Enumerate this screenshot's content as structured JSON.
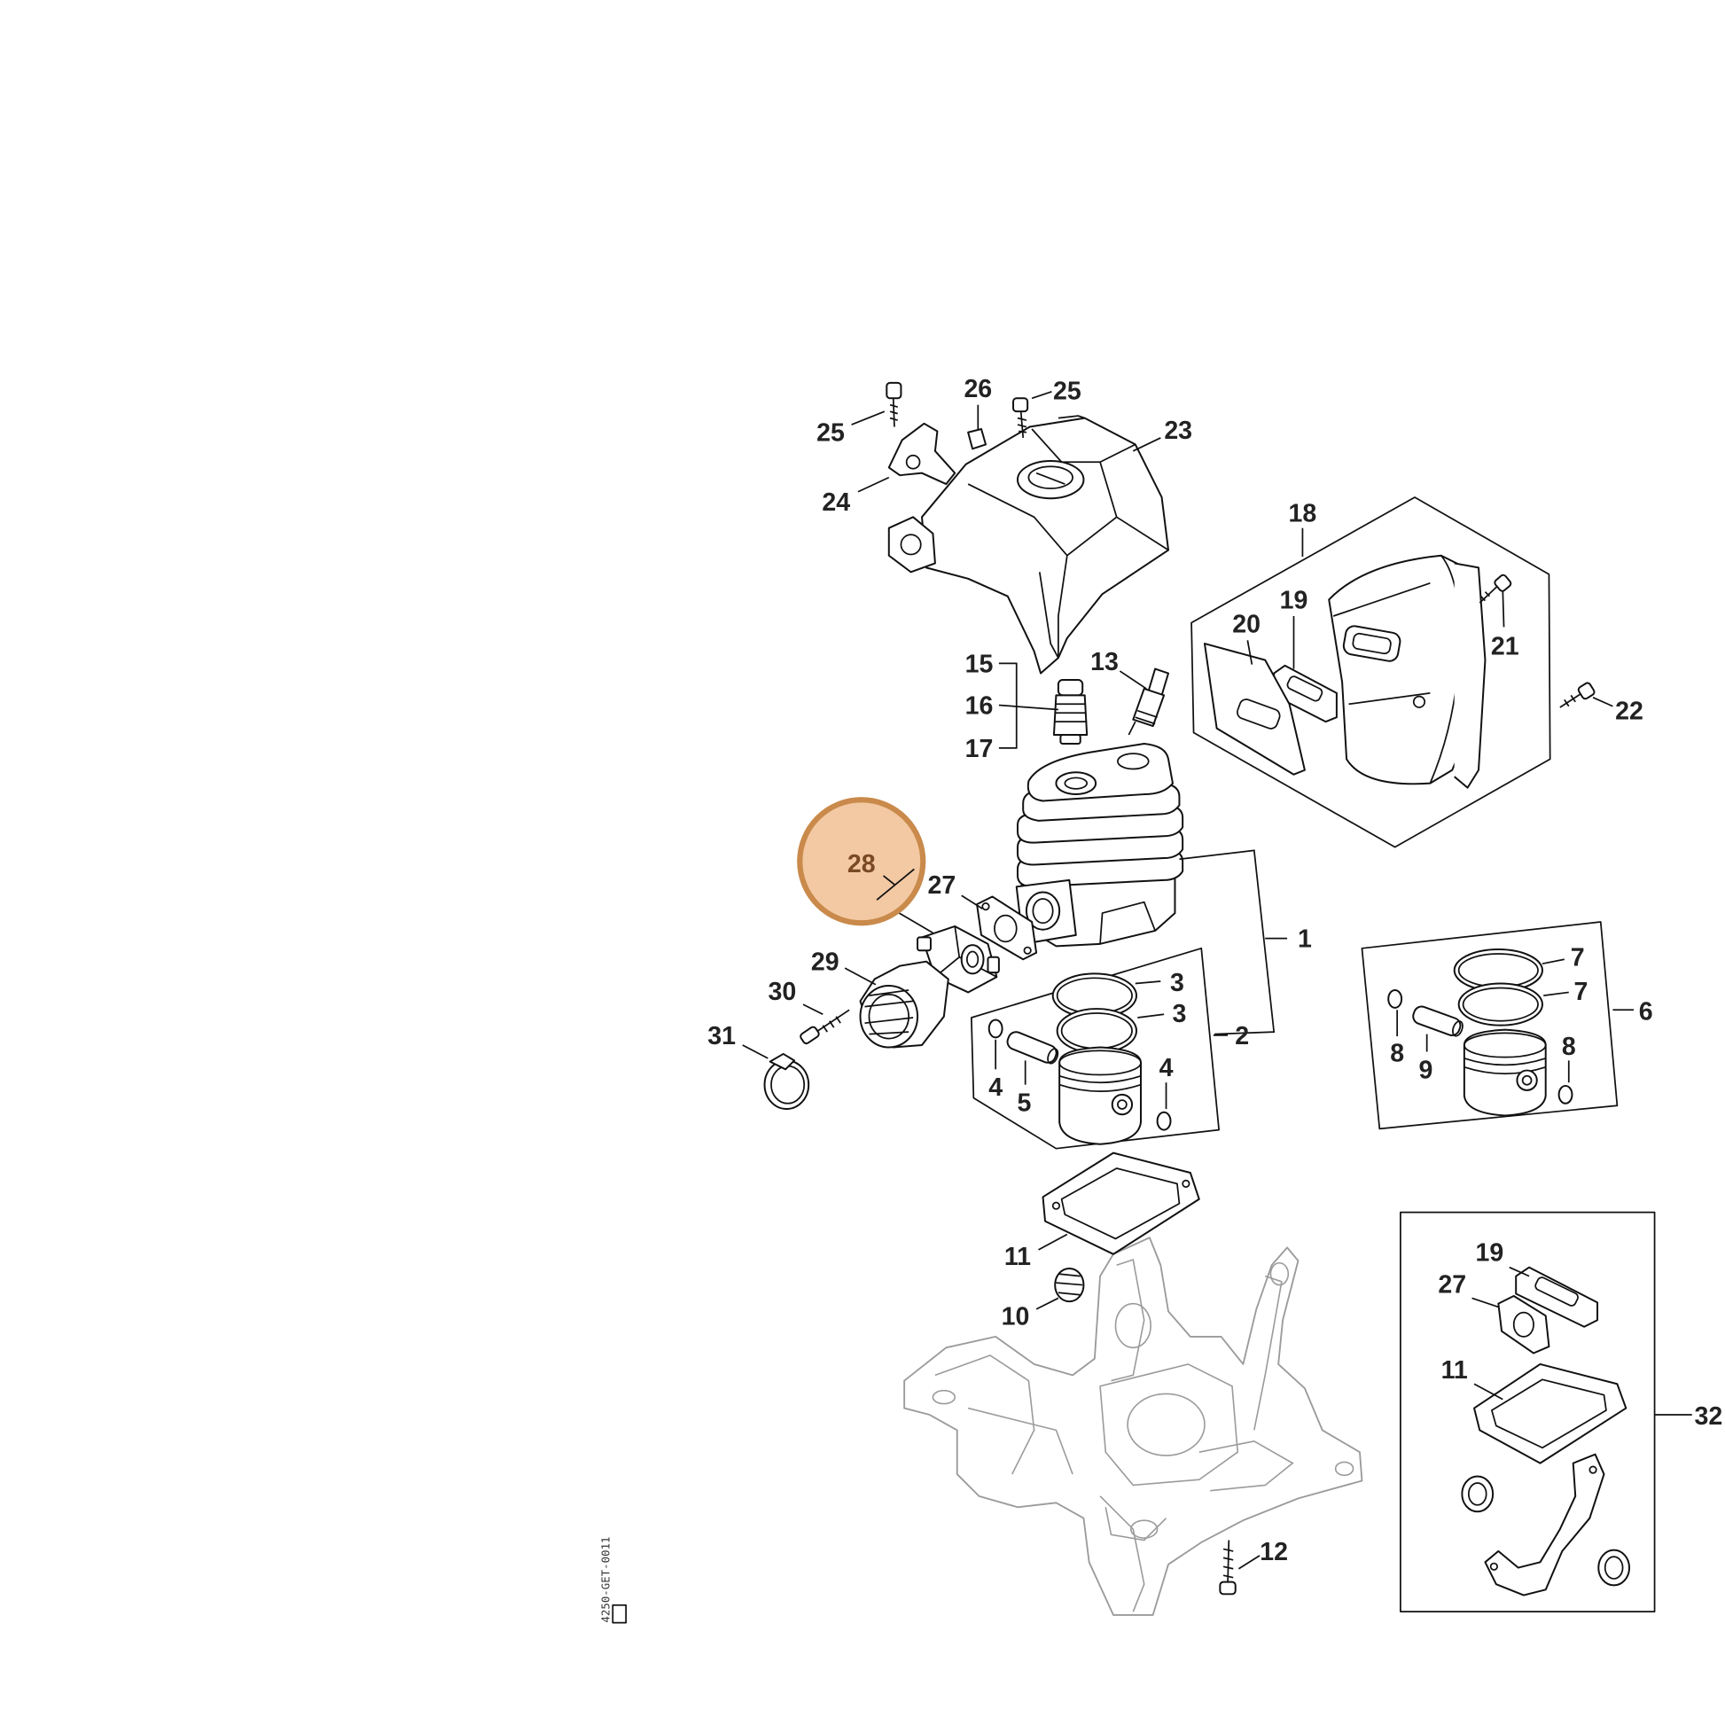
{
  "colors": {
    "highlight_fill": "#f3c9a3",
    "highlight_stroke": "#c98a4b",
    "line": "#111111",
    "crankcase_line": "#9b9b9b"
  },
  "highlight": {
    "label": "28"
  },
  "callouts": [
    "25",
    "26",
    "25",
    "23",
    "24",
    "18",
    "19",
    "20",
    "21",
    "22",
    "15",
    "16",
    "17",
    "13",
    "27",
    "1",
    "29",
    "30",
    "31",
    "3",
    "3",
    "2",
    "4",
    "5",
    "4",
    "7",
    "7",
    "6",
    "8",
    "9",
    "8",
    "11",
    "10",
    "12",
    "19",
    "27",
    "11",
    "32"
  ],
  "drawing_code": "4250-GET-0011"
}
